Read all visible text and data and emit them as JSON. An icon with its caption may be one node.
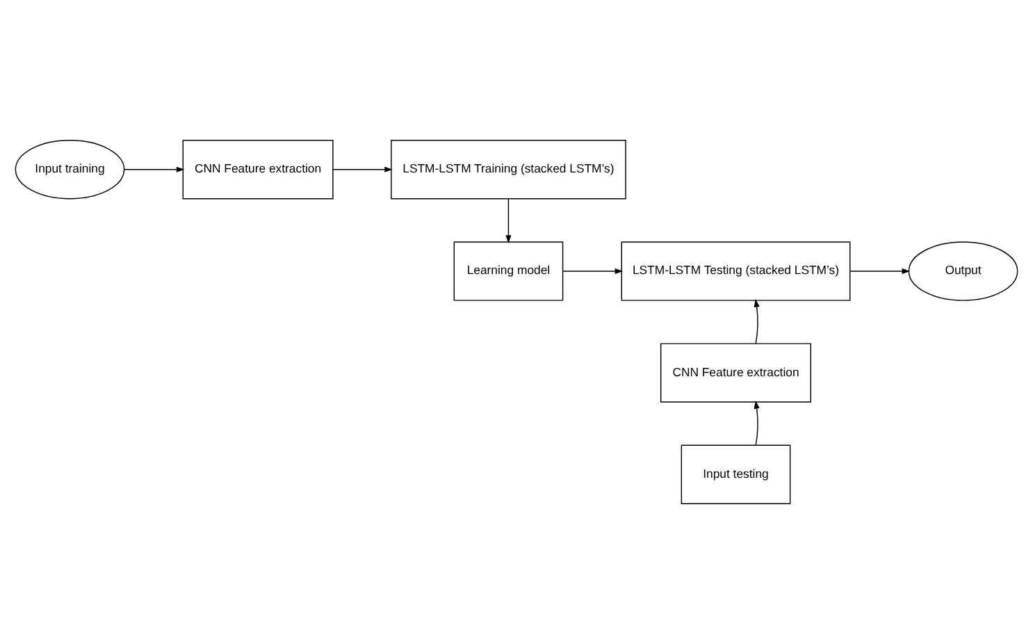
{
  "diagram": {
    "nodes": [
      {
        "text": [
          "Input training"
        ]
      },
      {
        "text": [
          "CNN Feature extraction"
        ]
      },
      {
        "text": [
          "LSTM-LSTM Training (stacked LSTM’s)"
        ]
      },
      {
        "text": [
          "Learning model"
        ]
      },
      {
        "text": [
          "LSTM-LSTM Testing (stacked LSTM’s)"
        ]
      },
      {
        "text": [
          "Output"
        ]
      },
      {
        "text": [
          "CNN Feature extraction"
        ]
      },
      {
        "text": [
          "Input testing"
        ]
      }
    ],
    "edges": [
      {
        "from": 0,
        "to": 1,
        "arrow": "to"
      },
      {
        "from": 1,
        "to": 2,
        "arrow": "to"
      },
      {
        "from": 2,
        "to": 3,
        "arrow": "to"
      },
      {
        "from": 3,
        "to": 4,
        "arrow": "to"
      },
      {
        "from": 4,
        "to": 5,
        "arrow": "to"
      },
      {
        "from": 6,
        "to": 4,
        "arrow": "to"
      },
      {
        "from": 7,
        "to": 6,
        "arrow": "to"
      }
    ]
  }
}
